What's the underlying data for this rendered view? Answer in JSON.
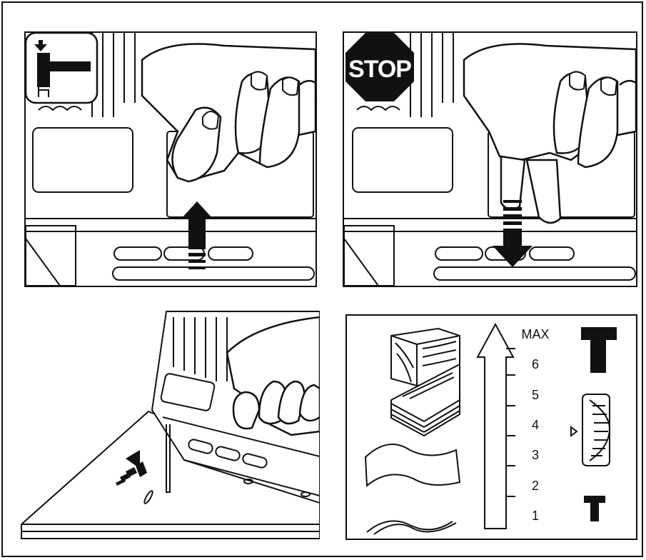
{
  "stop_sign": {
    "text": "STOP"
  },
  "scale": {
    "labels": [
      "MAX",
      "6",
      "5",
      "4",
      "3",
      "2",
      "1"
    ]
  },
  "icons": {
    "top_left_badge": "hammer-setting-icon",
    "top_right_badge": "stop-sign-icon",
    "hammer_large": "hammer-heavy-icon",
    "hammer_small": "hammer-light-icon",
    "dial": "impact-dial-icon"
  }
}
